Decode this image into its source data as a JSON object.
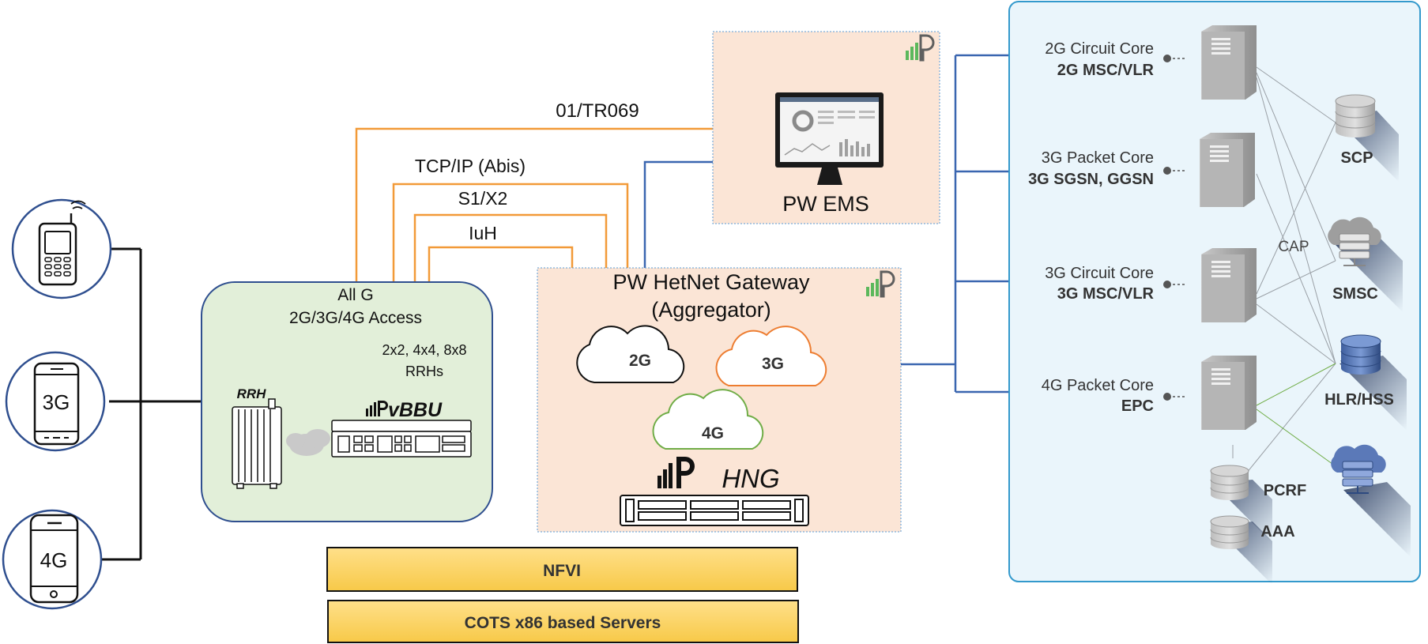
{
  "devices": {
    "feature_phone": "",
    "phone_3g": "3G",
    "phone_4g": "4G"
  },
  "access": {
    "title_line1": "All G",
    "title_line2": "2G/3G/4G Access",
    "rrh_config_line1": "2x2, 4x4, 8x8",
    "rrh_config_line2": "RRHs",
    "rrh_label": "RRH",
    "vbbu_label": "vBBU"
  },
  "links": {
    "tr069": "01/TR069",
    "abis": "TCP/IP (Abis)",
    "s1x2": "S1/X2",
    "iuh": "IuH"
  },
  "ems": {
    "title": "PW EMS"
  },
  "hng": {
    "title_line1": "PW HetNet Gateway",
    "title_line2": "(Aggregator)",
    "cloud_2g": "2G",
    "cloud_3g": "3G",
    "cloud_4g": "4G",
    "product_label": "HNG"
  },
  "stack": {
    "nfvi": "NFVI",
    "cots": "COTS x86 based Servers"
  },
  "core": {
    "cores": [
      {
        "title": "2G Circuit Core",
        "name": "2G MSC/VLR"
      },
      {
        "title": "3G Packet Core",
        "name": "3G SGSN, GGSN"
      },
      {
        "title": "3G Circuit Core",
        "name": "3G MSC/VLR"
      },
      {
        "title": "4G Packet Core",
        "name": "EPC"
      }
    ],
    "cap": "CAP",
    "elements": {
      "scp": "SCP",
      "smsc": "SMSC",
      "hlr": "HLR/HSS",
      "pcrf": "PCRF",
      "aaa": "AAA"
    }
  },
  "colors": {
    "orange_link": "#f29a38",
    "blue_link": "#3a66b0",
    "access_fill": "#e2efd9",
    "access_border": "#2f4f8f",
    "gateway_fill": "#fbe5d6",
    "core_fill": "#eaf5fb",
    "core_border": "#3399cc",
    "stack_fill": "#ffd966",
    "cloud_3g": "#ed7d31",
    "cloud_4g": "#70ad47",
    "logo_green": "#5cb85c"
  }
}
